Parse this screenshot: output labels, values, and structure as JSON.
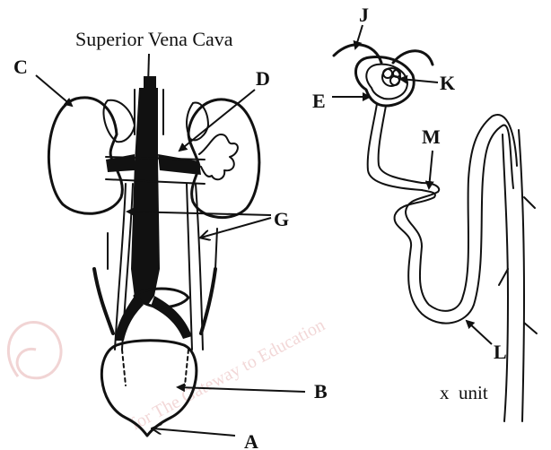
{
  "labels": {
    "svc": "Superior Vena Cava",
    "c": "C",
    "d": "D",
    "g": "G",
    "b": "B",
    "a": "A",
    "j": "J",
    "k": "K",
    "e": "E",
    "m": "M",
    "l": "L",
    "x_unit": "x  unit"
  },
  "watermark": {
    "text": "for The Gateway to Education"
  },
  "colors": {
    "ink": "#111111",
    "watermark": "#e8b7b7"
  }
}
